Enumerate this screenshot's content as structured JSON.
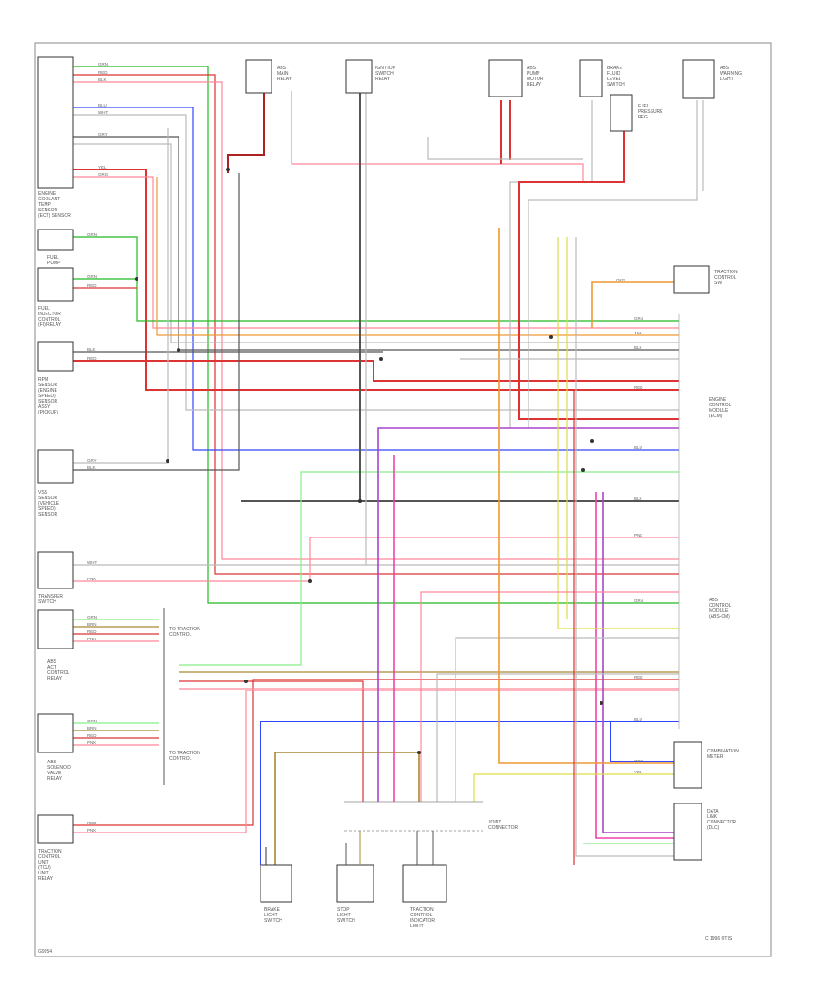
{
  "footer": {
    "left_code": "G9954",
    "right_code": "C 1996 OTIS"
  },
  "colors": {
    "green": "#22bb22",
    "red": "#dd3333",
    "pink": "#ff8899",
    "blue": "#3344ff",
    "gray": "#bbbbbb",
    "dark": "#555555",
    "orange": "#ee9933",
    "yellow": "#dddd44",
    "purple": "#aa44cc",
    "magenta": "#ee44aa",
    "brown": "#aa8833",
    "black": "#333333",
    "darkred": "#aa2222",
    "lightgreen": "#88ee88",
    "lightred": "#ffaaaa"
  },
  "components": {
    "engine_sensor": [
      "ENGINE",
      "COOLANT",
      "TEMP",
      "SENSOR",
      "(ECT) SENSOR"
    ],
    "fuel_pump": [
      "FUEL",
      "PUMP"
    ],
    "fuel_injector": [
      "FUEL",
      "INJECTOR",
      "CONTROL",
      "(FI) RELAY"
    ],
    "rpm_sensor": [
      "RPM",
      "SENSOR",
      "(ENGINE",
      "SPEED)",
      "SENSOR",
      "ASSY",
      "(PICKUP)"
    ],
    "vss_sensor": [
      "VSS",
      "SENSOR",
      "(VEHICLE",
      "SPEED)",
      "SENSOR"
    ],
    "transfer_switch": [
      "TRANSFER",
      "SWITCH"
    ],
    "abs_control": [
      "ABS",
      "ACT",
      "CONTROL",
      "RELAY"
    ],
    "abs_solenoid": [
      "ABS",
      "SOLENOID",
      "VALVE",
      "RELAY"
    ],
    "traction_control_unit": [
      "TRACTION",
      "CONTROL",
      "UNIT",
      "(TCU)",
      "UNIT",
      "RELAY"
    ],
    "top_1": [
      "ABS",
      "MAIN",
      "RELAY"
    ],
    "top_2": [
      "IGNITION",
      "SWITCH",
      "RELAY"
    ],
    "top_3": [
      "ABS",
      "PUMP",
      "MOTOR",
      "RELAY"
    ],
    "top_4": [
      "BRAKE",
      "FLUID",
      "LEVEL",
      "SWITCH"
    ],
    "top_5": [
      "FUEL",
      "PRESSURE",
      "REG"
    ],
    "top_6": [
      "ABS",
      "WARNING",
      "LIGHT"
    ],
    "right_1": [
      "TRACTION",
      "CONTROL",
      "SW"
    ],
    "right_2": [
      "ENGINE",
      "CONTROL",
      "MODULE",
      "(ECM)"
    ],
    "right_3": [
      "ABS",
      "CONTROL",
      "MODULE",
      "(ABS-CM)"
    ],
    "right_4": [
      "COMBINATION",
      "METER"
    ],
    "right_5": [
      "DATA",
      "LINK",
      "CONNECTOR",
      "(DLC)"
    ],
    "bottom_1": [
      "BRAKE",
      "LIGHT",
      "SWITCH"
    ],
    "bottom_2": [
      "STOP",
      "LIGHT",
      "SWITCH"
    ],
    "bottom_3": [
      "TRACTION",
      "CONTROL",
      "INDICATOR",
      "LIGHT"
    ]
  },
  "wire_labels": {
    "left": [
      "GRN",
      "RED",
      "BLK",
      "BLU",
      "WHT",
      "GRY",
      "YEL",
      "ORG",
      "BRN",
      "PNK"
    ],
    "right": [
      "GRN",
      "YEL",
      "BLK",
      "WHT",
      "RED",
      "BLU",
      "PNK",
      "ORG"
    ],
    "group_1": [
      "TO TRACTION",
      "CONTROL"
    ],
    "group_2": [
      "TO TRACTION",
      "CONTROL"
    ],
    "junction": [
      "JOINT",
      "CONNECTOR"
    ]
  }
}
